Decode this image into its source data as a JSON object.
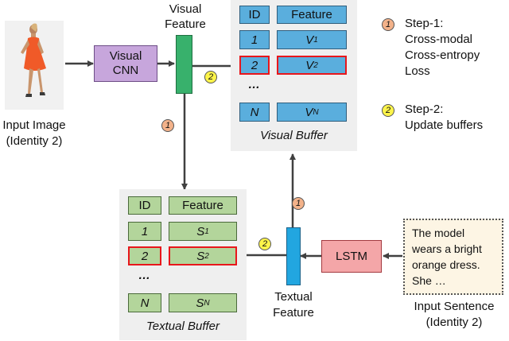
{
  "input_image": {
    "caption_line1": "Input Image",
    "caption_line2": "(Identity 2)"
  },
  "visual_cnn": {
    "line1": "Visual",
    "line2": "CNN"
  },
  "visual_feature": {
    "line1": "Visual",
    "line2": "Feature"
  },
  "visual_buffer": {
    "title": "Visual Buffer",
    "header": {
      "id": "ID",
      "feature": "Feature"
    },
    "rows": [
      {
        "id": "1",
        "feature": "V",
        "sub": "1"
      },
      {
        "id": "2",
        "feature": "V",
        "sub": "2"
      },
      {
        "id": "N",
        "feature": "V",
        "sub": "N"
      }
    ],
    "ellipsis": "…"
  },
  "textual_buffer": {
    "title": "Textual Buffer",
    "header": {
      "id": "ID",
      "feature": "Feature"
    },
    "rows": [
      {
        "id": "1",
        "feature": "S",
        "sub": "1"
      },
      {
        "id": "2",
        "feature": "S",
        "sub": "2"
      },
      {
        "id": "N",
        "feature": "S",
        "sub": "N"
      }
    ],
    "ellipsis": "…"
  },
  "textual_feature": {
    "line1": "Textual",
    "line2": "Feature"
  },
  "lstm": {
    "label": "LSTM"
  },
  "input_sentence": {
    "lines": [
      "The model",
      "wears a bright",
      "orange dress.",
      "She …"
    ],
    "caption_line1": "Input Sentence",
    "caption_line2": "(Identity 2)"
  },
  "legend": {
    "step1": {
      "marker": "1",
      "lines": [
        "Step-1:",
        "Cross-modal",
        "Cross-entropy",
        "Loss"
      ]
    },
    "step2": {
      "marker": "2",
      "lines": [
        "Step-2:",
        "Update buffers"
      ]
    }
  },
  "step_markers": {
    "one": "1",
    "two": "2"
  },
  "colors": {
    "cnn": "#c7a6dc",
    "visual_feature": "#38b16c",
    "textual_feature": "#22a6e0",
    "visual_cell": "#5aaedd",
    "textual_cell": "#b3d59b",
    "lstm": "#f4a6a8",
    "highlight": "#e8161b",
    "step1": "#f3b28a",
    "step2": "#fdf44a"
  }
}
